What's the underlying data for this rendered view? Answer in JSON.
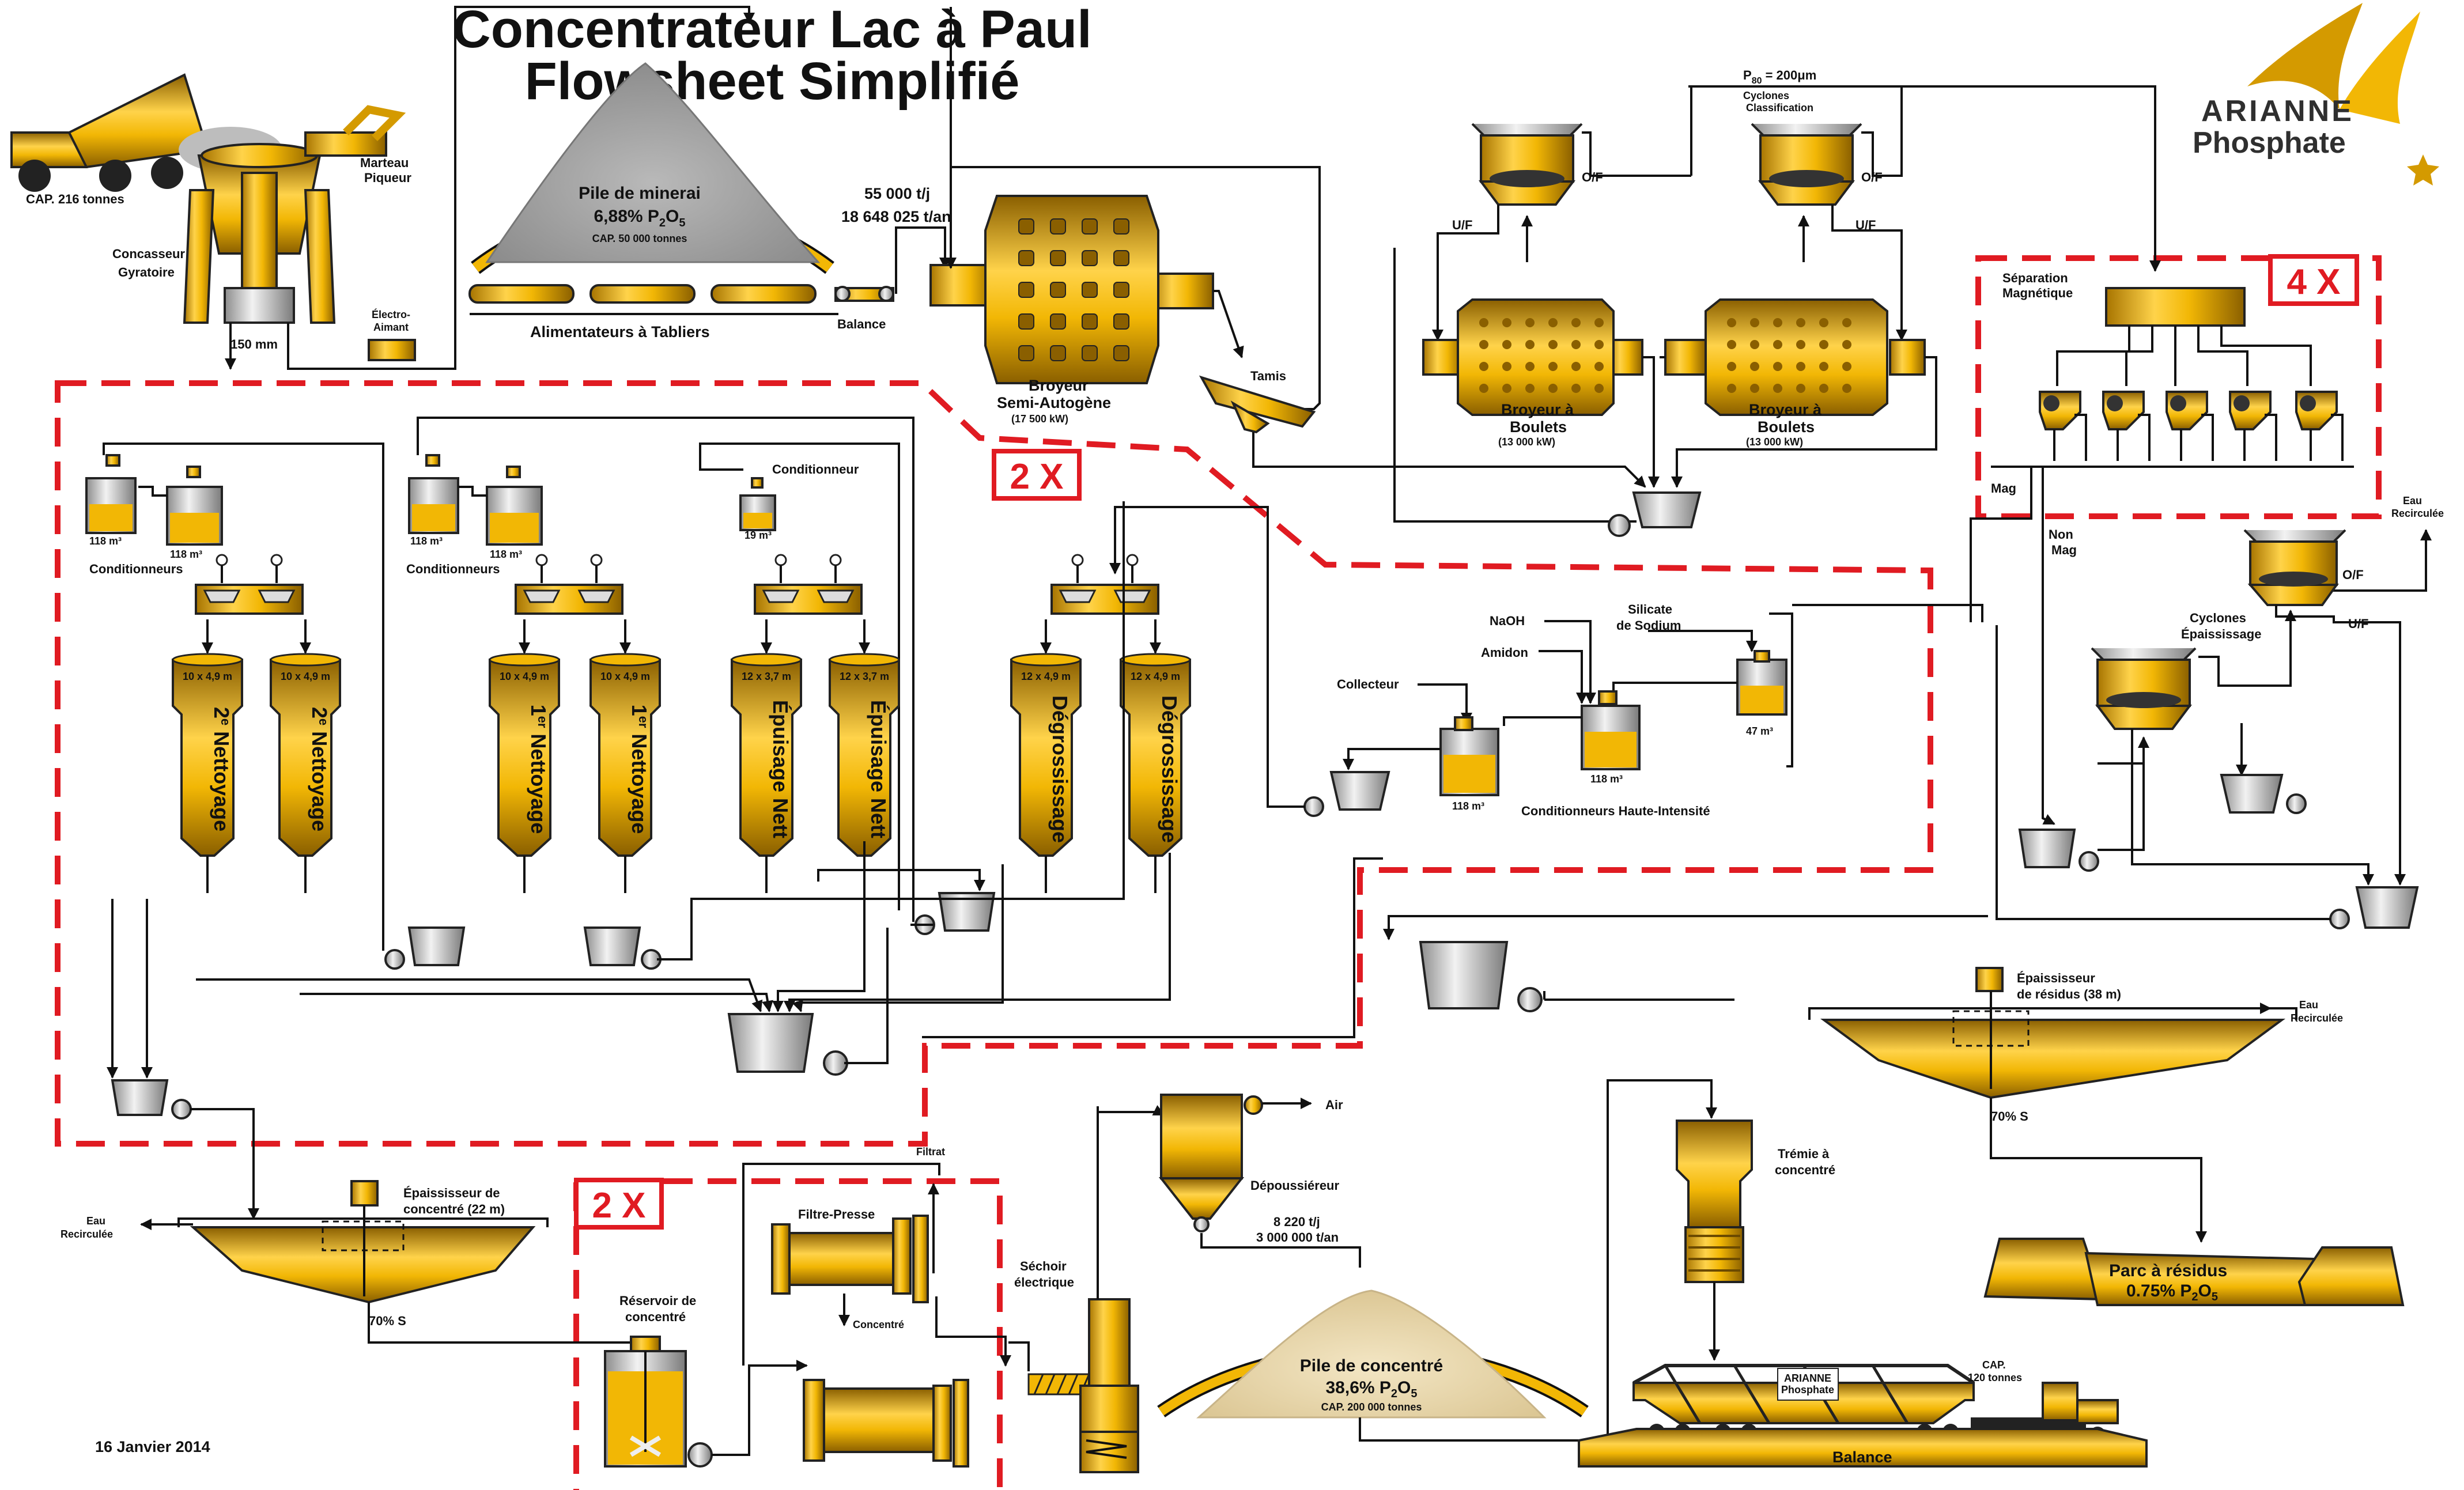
{
  "title": {
    "line1": "Concentrateur Lac à Paul",
    "line2": "Flowsheet Simplifié"
  },
  "logo": {
    "line1": "ARIANNE",
    "line2": "Phosphate",
    "truck_line1": "ARIANNE",
    "truck_line2": "Phosphate"
  },
  "date": "16 Janvier 2014",
  "badges": {
    "flotation": "2 X",
    "magnetic": "4 X",
    "filtration": "2 X"
  },
  "crushing": {
    "capacity": "CAP. 216 tonnes",
    "crusher": [
      "Concasseur",
      "Gyratoire"
    ],
    "size": "150 mm",
    "hammer": [
      "Marteau",
      "Piqueur"
    ],
    "magnet": [
      "Électro-",
      "Aimant"
    ]
  },
  "ore_pile": {
    "name": "Pile de minerai",
    "grade_value": "6,88%",
    "grade_formula": "P",
    "grade_sub": "2",
    "grade_formula2": "O",
    "grade_sub2": "5",
    "capacity": "CAP. 50 000 tonnes",
    "feeders": "Alimentateurs à Tabliers"
  },
  "sag": {
    "rate_day": "55 000 t/j",
    "rate_year": "18 648 025 t/an",
    "balance": "Balance",
    "mill": [
      "Broyeur",
      "Semi-Autogène"
    ],
    "power": "(17 500 kW)",
    "screen": "Tamis"
  },
  "ball_mills": {
    "p80_prefix": "P",
    "p80_sub": "80",
    "p80_value": " = 200μm",
    "cyclones": [
      "Cyclones",
      "Classification"
    ],
    "of": "O/F",
    "uf": "U/F",
    "mill_name": [
      "Broyeur à",
      "Boulets"
    ],
    "power": "(13 000 kW)"
  },
  "magnetic": {
    "title": [
      "Séparation",
      "Magnétique"
    ],
    "mag": "Mag",
    "non_mag": [
      "Non",
      "Mag"
    ]
  },
  "thickening_cyclones": {
    "water": [
      "Eau",
      "Recirculée"
    ],
    "of": "O/F",
    "uf": "U/F",
    "name": [
      "Cyclones",
      "Épaississage"
    ]
  },
  "conditioning_hi": {
    "naoh": "NaOH",
    "amidon": "Amidon",
    "silicate": [
      "Silicate",
      "de Sodium"
    ],
    "collecteur": "Collecteur",
    "vol_47": "47 m³",
    "vol_118": "118 m³",
    "name": "Conditionneurs Haute-Intensité"
  },
  "flotation": {
    "conditioners_label": "Conditionneurs",
    "conditioner_label": "Conditionneur",
    "vol_118": "118 m³",
    "vol_19": "19 m³",
    "cells": [
      {
        "size": "10 x 4,9 m",
        "pre": "2",
        "sup": "e",
        "name": " Nettoyage"
      },
      {
        "size": "10 x 4,9 m",
        "pre": "2",
        "sup": "e",
        "name": " Nettoyage"
      },
      {
        "size": "10 x 4,9 m",
        "pre": "1",
        "sup": "er",
        "name": " Nettoyage"
      },
      {
        "size": "10 x 4,9 m",
        "pre": "1",
        "sup": "er",
        "name": " Nettoyage"
      },
      {
        "size": "12 x 3,7 m",
        "pre": "",
        "sup": "",
        "name": "Épuisage Nett"
      },
      {
        "size": "12 x 3,7 m",
        "pre": "",
        "sup": "",
        "name": "Épuisage Nett"
      },
      {
        "size": "12 x 4,9 m",
        "pre": "",
        "sup": "",
        "name": "Dégrossissage"
      },
      {
        "size": "12 x 4,9 m",
        "pre": "",
        "sup": "",
        "name": "Dégrossissage"
      }
    ]
  },
  "tailings": {
    "thickener": [
      "Épaississeur",
      "de résidus (38 m)"
    ],
    "water": [
      "Eau",
      "Recirculée"
    ],
    "solids": "70% S",
    "park": "Parc à résidus",
    "grade_value": "0.75% P",
    "grade_sub": "2",
    "grade_o": "O",
    "grade_sub2": "5"
  },
  "concentrate_thickener": {
    "water": [
      "Eau",
      "Recirculée"
    ],
    "name": [
      "Épaississeur  de",
      "concentré (22 m)"
    ],
    "solids": "70% S"
  },
  "filtration": {
    "filtrat": "Filtrat",
    "press": "Filtre-Presse",
    "tank": [
      "Réservoir de",
      "concentré"
    ],
    "concentre": "Concentré"
  },
  "drying": {
    "dryer": [
      "Séchoir",
      "électrique"
    ],
    "dust": "Dépoussiéreur",
    "air": "Air",
    "rate_day": "8 220 t/j",
    "rate_year": "3 000 000 t/an"
  },
  "conc_pile": {
    "name": "Pile de concentré",
    "grade_value": "38,6% P",
    "grade_sub": "2",
    "grade_o": "O",
    "grade_sub2": "5",
    "capacity": "CAP. 200 000 tonnes"
  },
  "loadout": {
    "hopper": [
      "Trémie à",
      "concentré"
    ],
    "capacity": [
      "CAP.",
      "120 tonnes"
    ],
    "balance": "Balance"
  },
  "colors": {
    "gold": "#f2b705",
    "gold_dark": "#b8860b",
    "red_dash": "#e01b22",
    "steel": "#c8c8c8"
  }
}
